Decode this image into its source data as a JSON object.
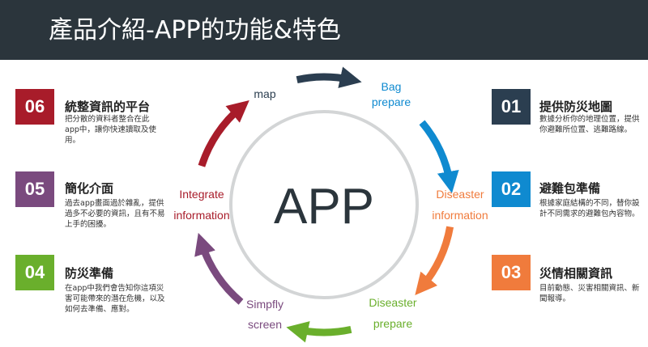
{
  "header": {
    "title": "產品介紹-APP的功能&特色"
  },
  "center": {
    "label": "APP"
  },
  "cycle_labels": {
    "map": "map",
    "bag_line1": "Bag",
    "bag_line2": "prepare",
    "dinfo_line1": "Diseaster",
    "dinfo_line2": "information",
    "dprep_line1": "Diseaster",
    "dprep_line2": "prepare",
    "simp_line1": "Simpfly",
    "simp_line2": "screen",
    "integ_line1": "Integrate",
    "integ_line2": "information"
  },
  "colors": {
    "header_bg": "#2b353c",
    "dark_slate": "#2b3e50",
    "blue": "#0f8ad0",
    "orange": "#f07b3c",
    "green": "#6aaf2c",
    "purple": "#7a4a7e",
    "red": "#a81c2a"
  },
  "features": {
    "f01": {
      "number": "01",
      "title": "提供防災地圖",
      "desc": "數據分析你的地理位置，提供你避難所位置、逃難路線。"
    },
    "f02": {
      "number": "02",
      "title": "避難包準備",
      "desc": "根據家庭結構的不同，替你設計不同需求的避難包內容物。"
    },
    "f03": {
      "number": "03",
      "title": "災情相關資訊",
      "desc": "目前動態、災害相關資訊、新聞報導。"
    },
    "f04": {
      "number": "04",
      "title": "防災準備",
      "desc": "在app中我們會告知你這項災害可能帶來的潛在危機，以及如何去準備、應對。"
    },
    "f05": {
      "number": "05",
      "title": "簡化介面",
      "desc": "過去app畫面過於雜亂，提供過多不必要的資訊，且有不易上手的困擾。"
    },
    "f06": {
      "number": "06",
      "title": "統整資訊的平台",
      "desc": "把分散的資料者整合在此app中，讓你快速讀取及使用。"
    }
  }
}
